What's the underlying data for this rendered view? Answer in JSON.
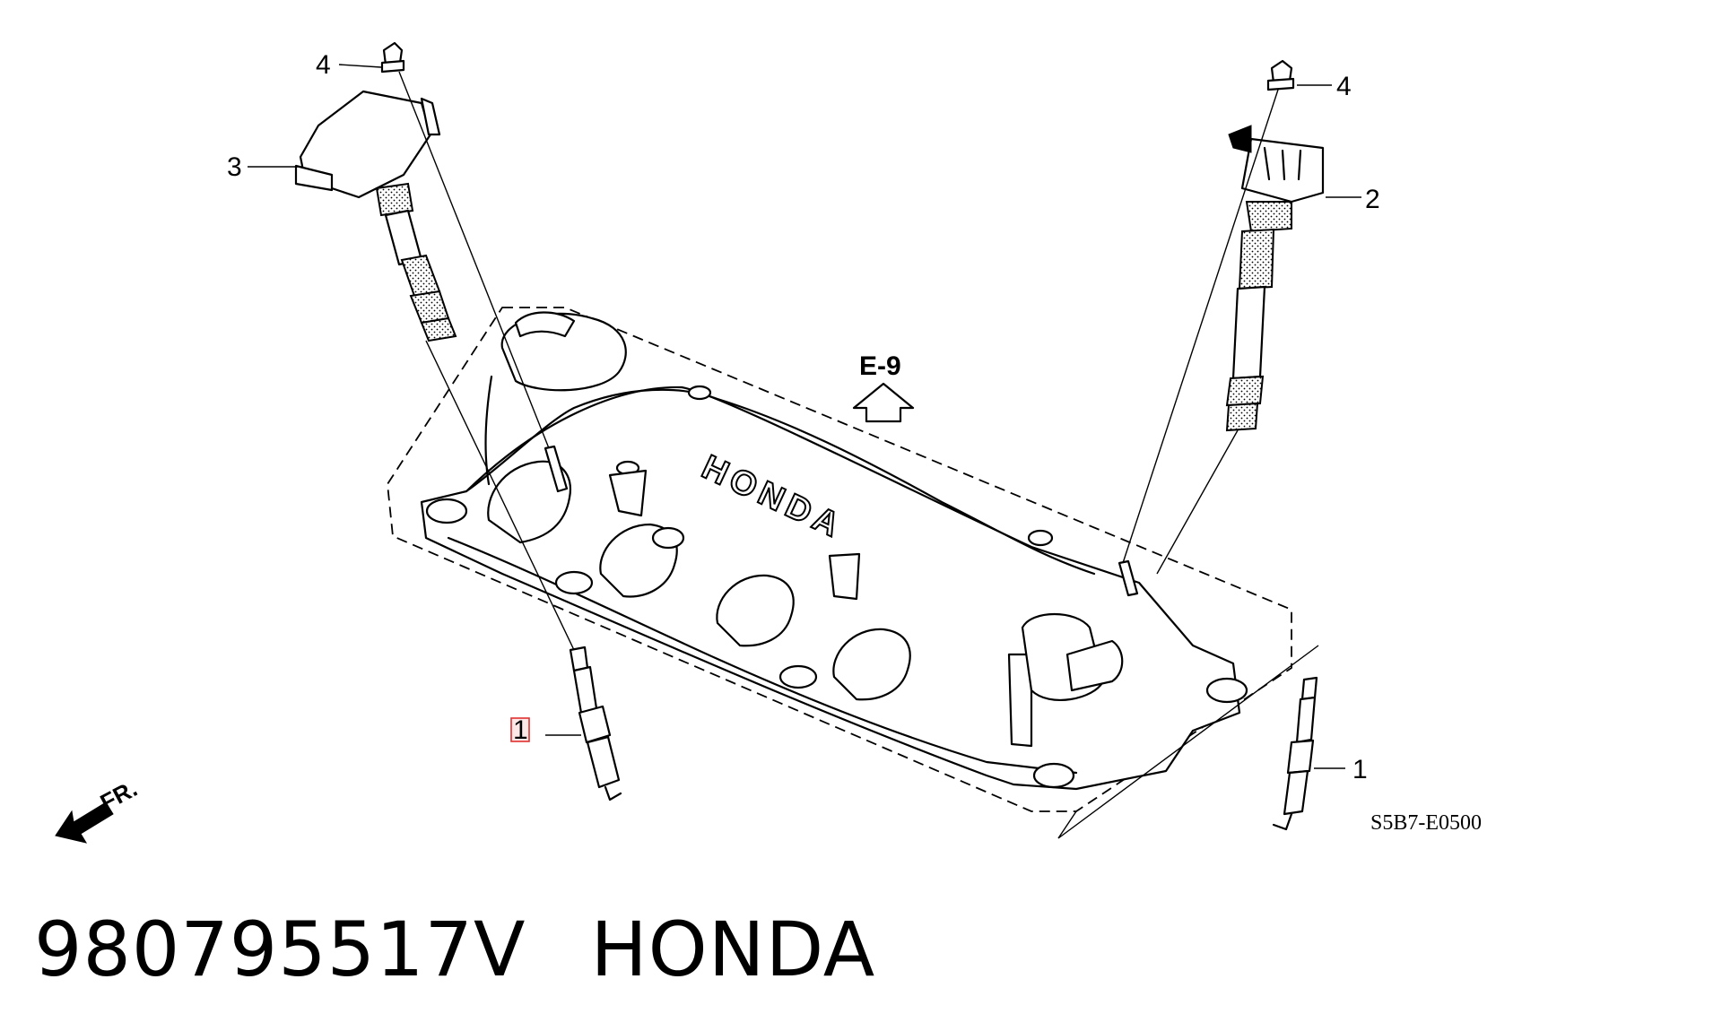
{
  "diagram": {
    "callouts": {
      "spark_plug_left": "1",
      "spark_plug_right": "1",
      "coil_right": "2",
      "coil_left": "3",
      "bolt_left": "4",
      "bolt_right": "4"
    },
    "reference_section": "E-9",
    "brand_embossing": "HONDA",
    "direction_label": "FR.",
    "drawing_code": "S5B7-E0500",
    "highlight_color": "#e03030"
  },
  "caption": {
    "part_number": "980795517V",
    "brand": "HONDA"
  }
}
